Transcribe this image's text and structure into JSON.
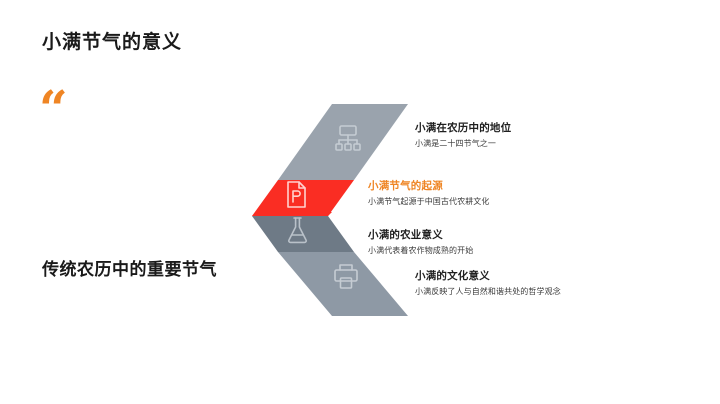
{
  "slide": {
    "title": "小满节气的意义",
    "quote_mark": "“",
    "subtitle": "传统农历中的重要节气"
  },
  "colors": {
    "accent_orange": "#ef8524",
    "highlight_red": "#fa2d23",
    "band_gray_1": "#9aa3ad",
    "band_gray_2": "#6e7a86",
    "band_gray_3": "#8e99a5",
    "text_dark": "#1f1f1f",
    "background": "#ffffff"
  },
  "chevron": {
    "bands": [
      {
        "id": "band-1",
        "icon": "sitemap-icon",
        "color": "#9aa3ad"
      },
      {
        "id": "band-2",
        "icon": "presentation-file-icon",
        "color": "#fa2d23"
      },
      {
        "id": "band-3",
        "icon": "flask-icon",
        "color": "#6e7a86"
      },
      {
        "id": "band-4",
        "icon": "printer-icon",
        "color": "#8e99a5"
      }
    ]
  },
  "items": [
    {
      "heading": "小满在农历中的地位",
      "desc": "小满是二十四节气之一",
      "highlighted": false
    },
    {
      "heading": "小满节气的起源",
      "desc": "小满节气起源于中国古代农耕文化",
      "highlighted": true
    },
    {
      "heading": "小满的农业意义",
      "desc": "小满代表着农作物成熟的开始",
      "highlighted": false
    },
    {
      "heading": "小满的文化意义",
      "desc": "小满反映了人与自然和谐共处的哲学观念",
      "highlighted": false
    }
  ]
}
